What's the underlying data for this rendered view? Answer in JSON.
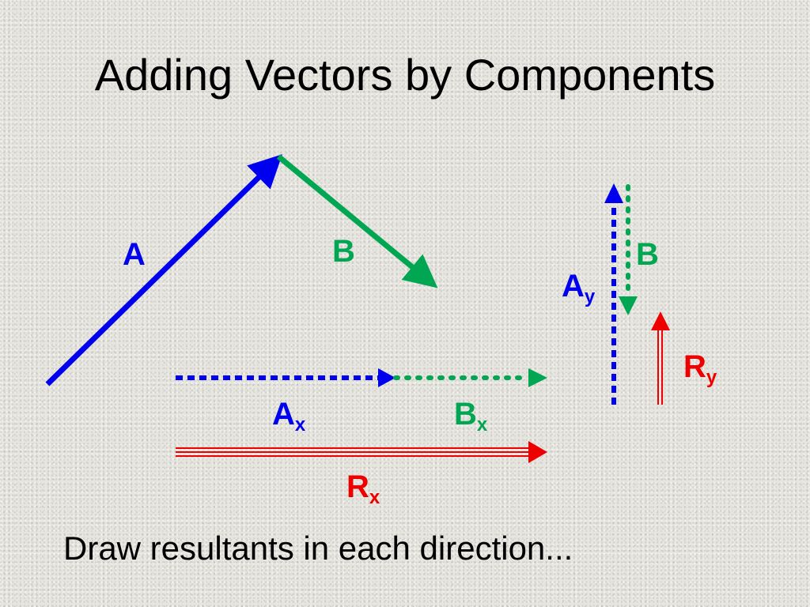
{
  "slide": {
    "title": "Adding Vectors by Components",
    "caption": "Draw resultants in each direction..."
  },
  "labels": {
    "A": "A",
    "B": "B",
    "Ay": {
      "base": "A",
      "sub": "y"
    },
    "By": {
      "base": "B"
    },
    "Ry": {
      "base": "R",
      "sub": "y"
    },
    "Ax": {
      "base": "A",
      "sub": "x"
    },
    "Bx": {
      "base": "B",
      "sub": "x"
    },
    "Rx": {
      "base": "R",
      "sub": "x"
    }
  },
  "colors": {
    "vector_a": "#0000ee",
    "vector_b": "#00a651",
    "resultant": "#ee0000"
  }
}
